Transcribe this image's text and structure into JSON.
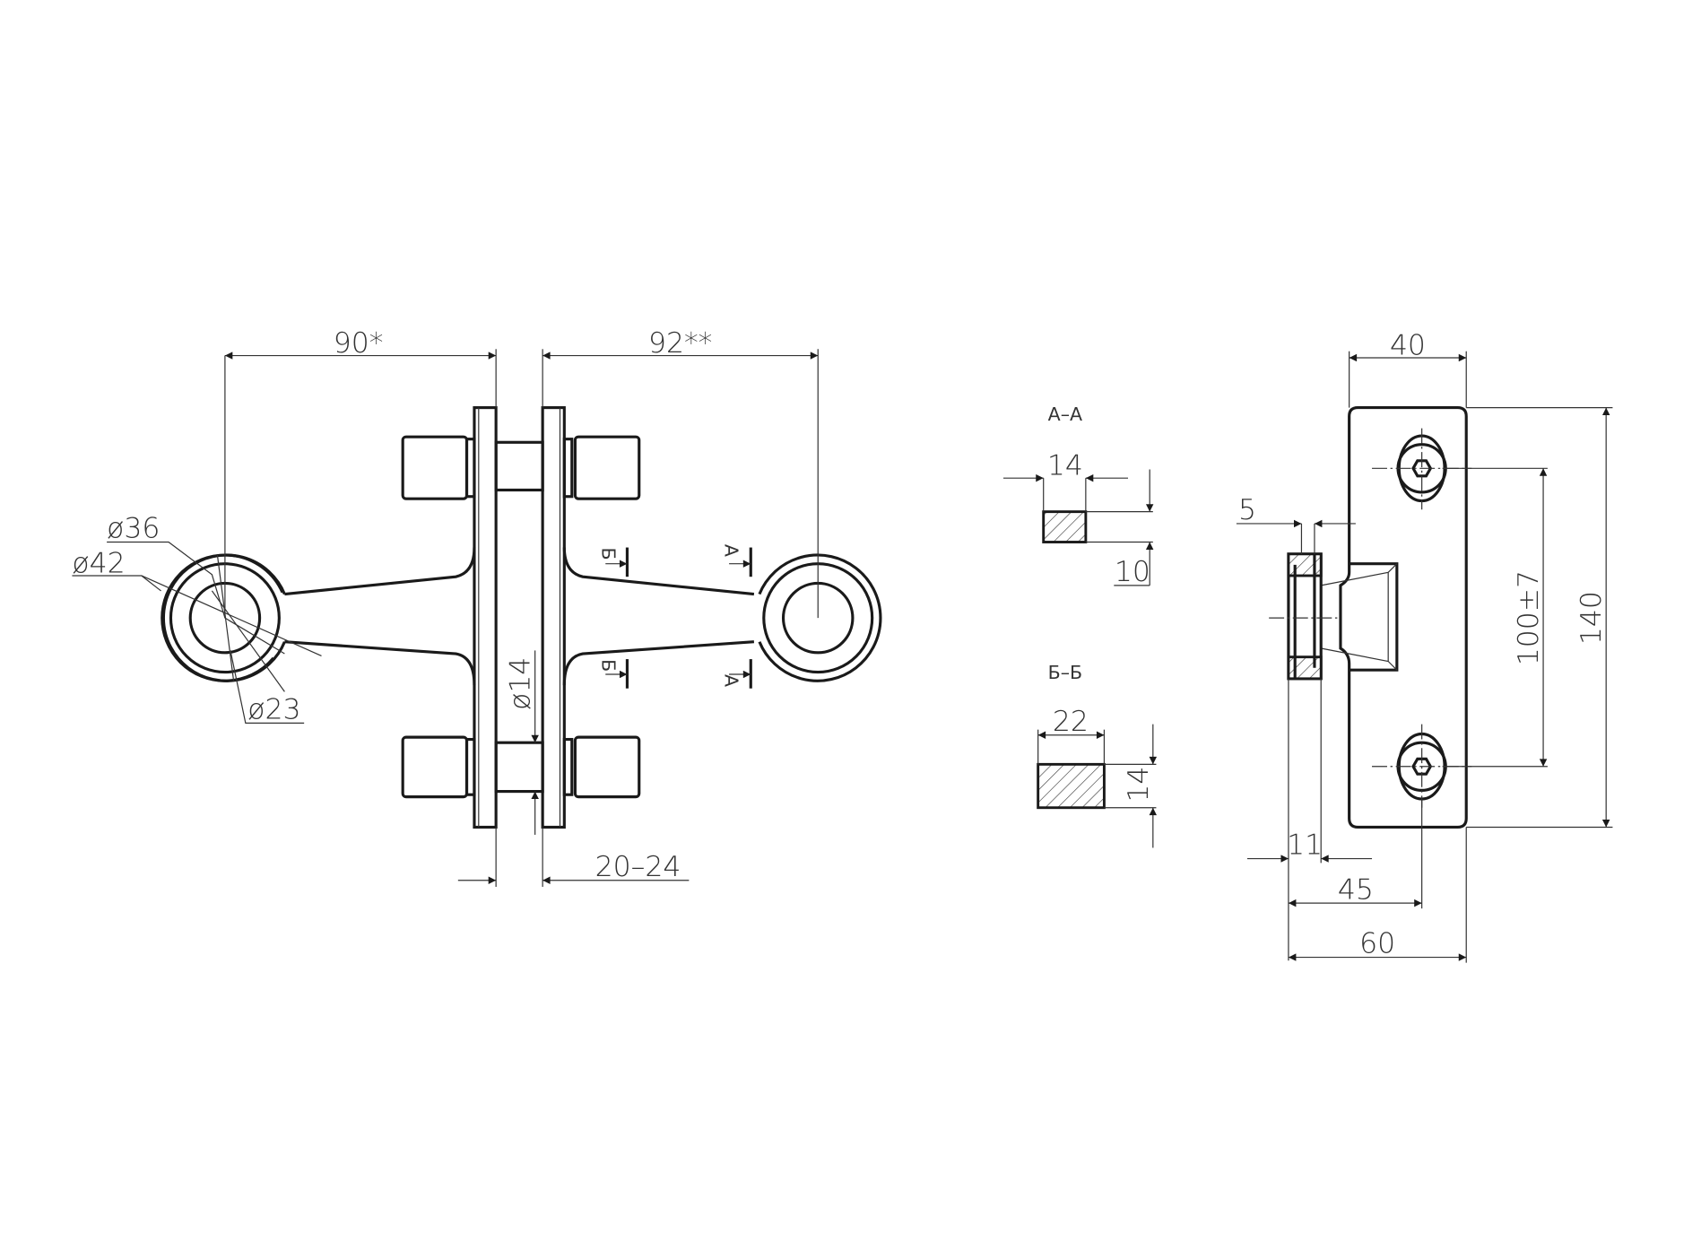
{
  "drawing": {
    "main_view": {
      "dim_left_arm": "90*",
      "dim_right_arm": "92**",
      "dia_outer": "ø42",
      "dia_middle": "ø36",
      "dia_inner": "ø23",
      "dia_bolt": "ø14",
      "glass_gap": "20–24",
      "section_b": "Б",
      "section_a": "А"
    },
    "section_aa": {
      "title": "А–А",
      "width": "14",
      "height": "10"
    },
    "section_bb": {
      "title": "Б–Б",
      "width": "22",
      "height": "14"
    },
    "side_view": {
      "plate_width": "40",
      "plate_height": "140",
      "hole_spacing": "100±7",
      "clamp_thickness": "5",
      "clamp_width": "11",
      "depth_to_hole": "45",
      "total_depth": "60"
    }
  }
}
